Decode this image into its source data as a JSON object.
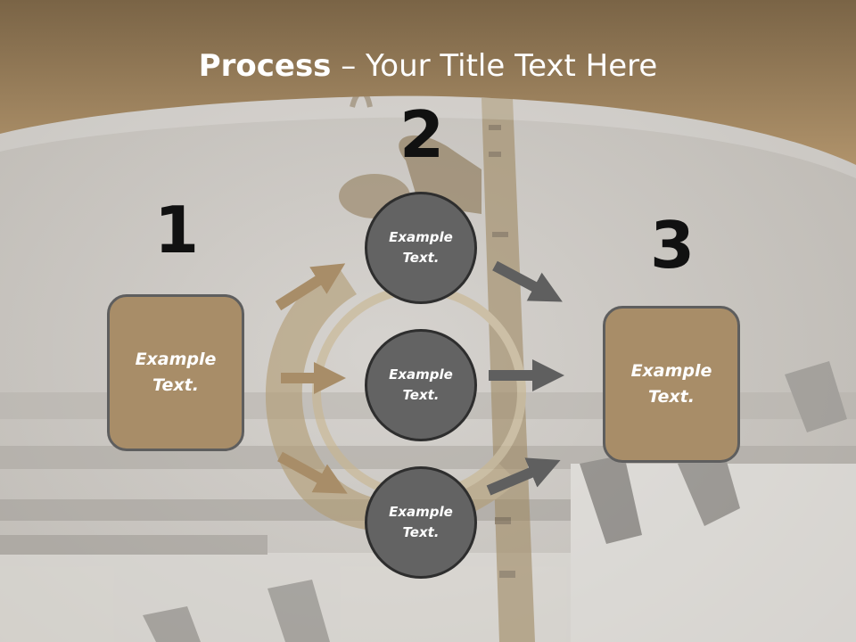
{
  "slide": {
    "title_bold": "Process",
    "title_rest": " – Your Title Text Here",
    "numbers": [
      "1",
      "2",
      "3"
    ],
    "box_left": "Example Text.",
    "box_right": "Example Text.",
    "circles": [
      "Example Text.",
      "Example Text.",
      "Example Text."
    ]
  },
  "colors": {
    "band": "#a88d68",
    "box_fill": "#a88d68",
    "circle_fill": "#636363",
    "arrow_tan": "#a88d68",
    "arrow_gray": "#5f5f5f"
  },
  "icons": [
    "saxophone-illustration",
    "piano-keys-illustration"
  ]
}
